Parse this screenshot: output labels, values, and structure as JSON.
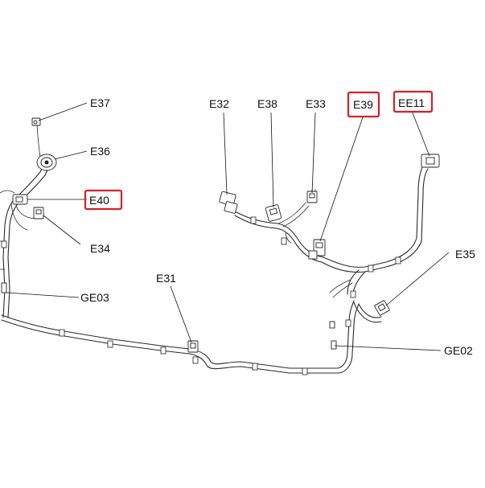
{
  "labels": {
    "e37": "E37",
    "e36": "E36",
    "e40": "E40",
    "e34": "E34",
    "ge03": "GE03",
    "e31": "E31",
    "e32": "E32",
    "e38": "E38",
    "e33": "E33",
    "e39": "E39",
    "ee11": "EE11",
    "e35": "E35",
    "ge02": "GE02"
  },
  "highlighted": [
    "E40",
    "E39",
    "EE11"
  ],
  "colors": {
    "highlight": "#d62028",
    "line": "#2a2a2a",
    "background": "#ffffff"
  }
}
